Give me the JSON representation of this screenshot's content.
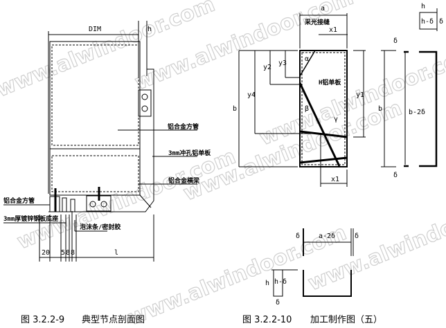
{
  "watermark": "www.alwindoor.com",
  "left_figure": {
    "caption_number": "图 3.2.2-9",
    "caption_title": "典型节点剖面图",
    "dim_top": "DIM",
    "dim_h": "h",
    "dims_bottom": [
      "20",
      "5",
      "8",
      "8",
      "l"
    ],
    "labels": {
      "square_tube_right": "铝合金方管",
      "perforated_panel": "3mm冲孔铝单板",
      "beam": "铝合金横梁",
      "square_tube_left": "铝合金方管",
      "steel_plate": "3mm厚镀锌钢板底座",
      "sealant": "泡沫条/密封胶"
    }
  },
  "right_figure": {
    "caption_number": "图 3.2.2-10",
    "caption_title": "加工制作图（五）",
    "label_joint": "采光接缝",
    "label_panel": "H铝单板",
    "dims": {
      "a": "a",
      "x1": "x1",
      "x1b": "x1",
      "y1": "y1",
      "y2": "y2",
      "y3": "y3",
      "y4": "y4",
      "b": "b",
      "alpha": "α",
      "beta": "β",
      "gamma": "γ"
    },
    "side": {
      "h": "h",
      "h_delta": "h-δ",
      "delta": "δ",
      "b": "b",
      "b_2delta": "b-2δ",
      "delta_top": "δ",
      "delta_bottom": "δ"
    },
    "bottom": {
      "delta_l": "δ",
      "a_2delta": "a-2δ",
      "delta_r": "δ",
      "h": "h",
      "h_delta": "h-δ",
      "delta": "δ"
    }
  }
}
